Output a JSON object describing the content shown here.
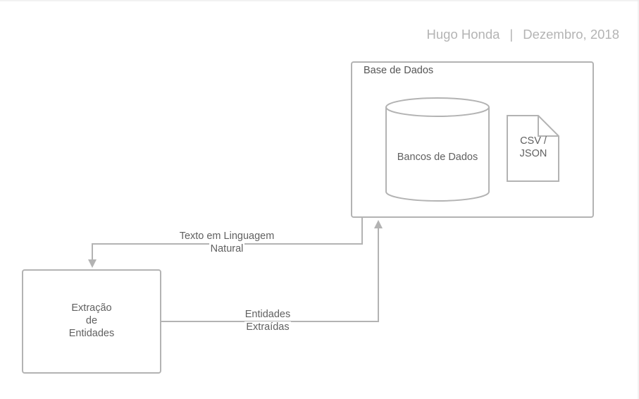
{
  "header": {
    "author": "Hugo Honda",
    "separator": "|",
    "date": "Dezembro, 2018"
  },
  "nodes": {
    "database_container": {
      "title": "Base de Dados"
    },
    "database_cylinder": {
      "label": "Bancos de Dados"
    },
    "file_doc": {
      "line1": "CSV /",
      "line2": "JSON"
    },
    "extraction": {
      "line1": "Extração",
      "line2": "de",
      "line3": "Entidades"
    }
  },
  "edges": {
    "db_to_extraction": {
      "line1": "Texto em Linguagem",
      "line2": "Natural"
    },
    "extraction_to_db": {
      "line1": "Entidades",
      "line2": "Extraídas"
    }
  },
  "colors": {
    "stroke": "#b3b3b3",
    "text": "#606060",
    "header_text": "#b4b4b4"
  }
}
